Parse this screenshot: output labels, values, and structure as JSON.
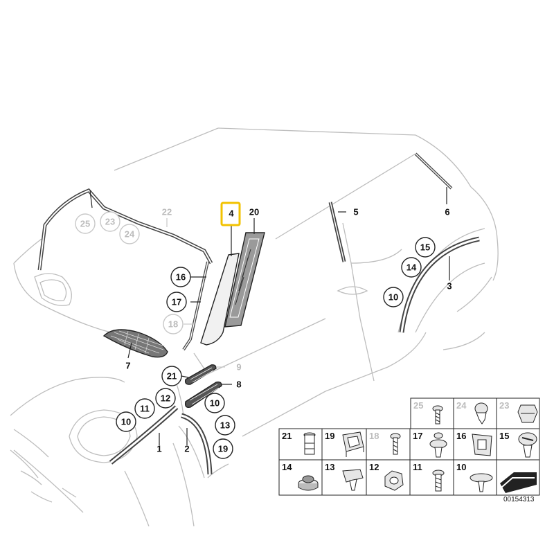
{
  "diagram_number": "00154313",
  "highlighted_part": "4",
  "callouts": {
    "c25": "25",
    "c23": "23",
    "c24": "24",
    "c16": "16",
    "c17": "17",
    "c18": "18",
    "c15": "15",
    "c14": "14",
    "c10a": "10",
    "c21": "21",
    "c12": "12",
    "c11": "11",
    "c10b": "10",
    "c10c": "10",
    "c13": "13",
    "c19": "19"
  },
  "labels": {
    "l22": "22",
    "l4": "4",
    "l20": "20",
    "l5": "5",
    "l6": "6",
    "l3": "3",
    "l7": "7",
    "l9": "9",
    "l8": "8",
    "l1": "1",
    "l2": "2"
  },
  "parts_table": {
    "top_row": [
      "25",
      "24",
      "23"
    ],
    "rows": [
      [
        "21",
        "19",
        "18",
        "17",
        "16",
        "15"
      ],
      [
        "14",
        "13",
        "12",
        "11",
        "10",
        ""
      ]
    ]
  }
}
